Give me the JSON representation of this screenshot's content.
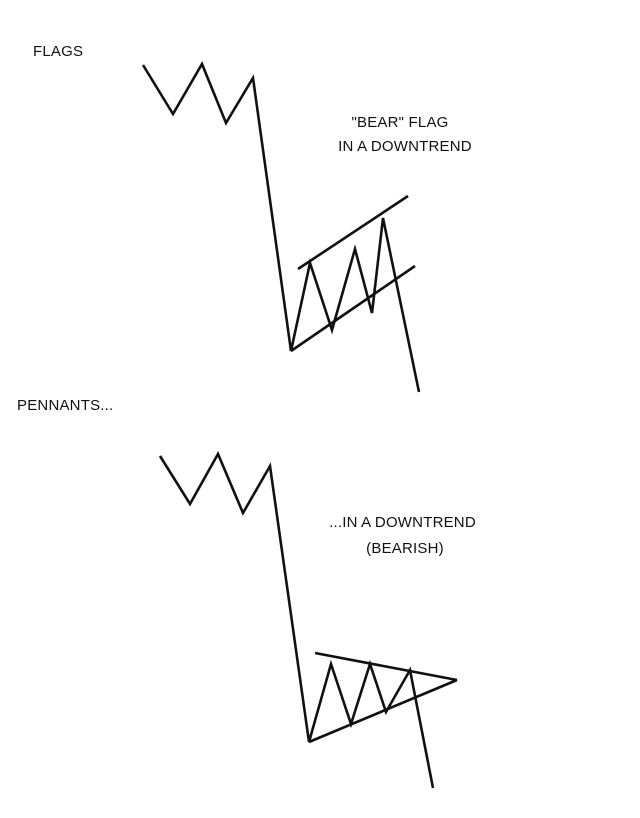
{
  "line_color": "#111111",
  "flags": {
    "heading": "FLAGS",
    "caption_line1": "\"BEAR\" FLAG",
    "caption_line2": "IN A DOWNTREND"
  },
  "pennants": {
    "heading": "PENNANTS...",
    "caption_line1": "...IN A DOWNTREND",
    "caption_line2": "(BEARISH)"
  }
}
